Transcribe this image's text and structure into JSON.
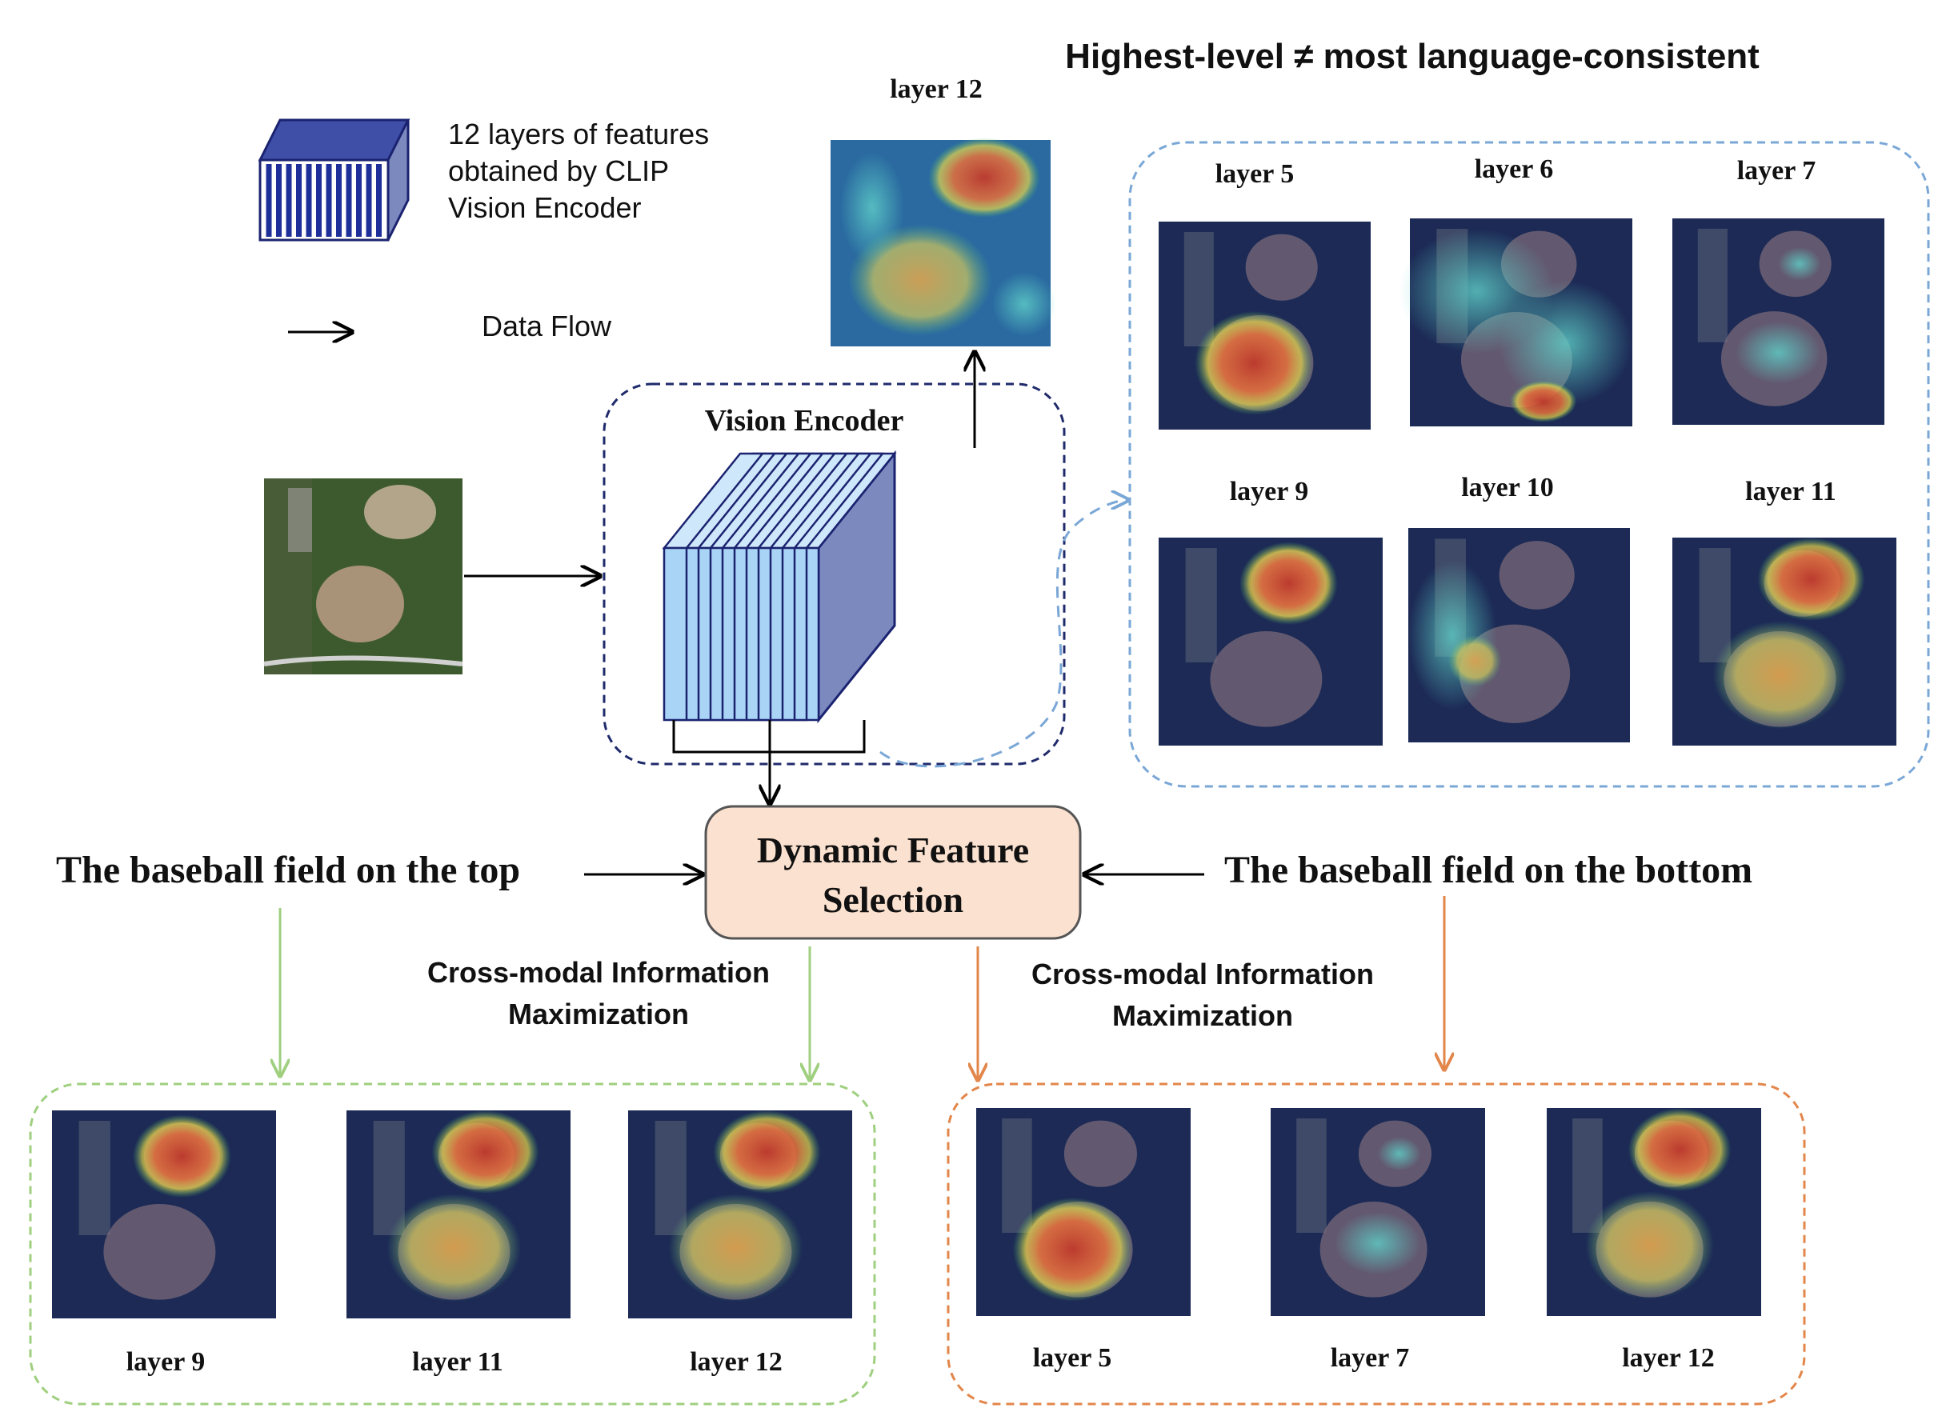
{
  "headline": "Highest-level ≠ most language-consistent",
  "legend": {
    "stack_label_line1": "12 layers of features",
    "stack_label_line2": "obtained by CLIP",
    "stack_label_line3": "Vision Encoder",
    "arrow_label": "Data Flow"
  },
  "encoder": {
    "title": "Vision Encoder",
    "output_label": "layer 12",
    "layer_count": 12
  },
  "selection_box": {
    "line1": "Dynamic Feature",
    "line2": "Selection"
  },
  "queries": {
    "left": "The baseball field on the top",
    "right": "The baseball field on the bottom"
  },
  "cmim_left": {
    "line1": "Cross-modal Information",
    "line2": "Maximization"
  },
  "cmim_right": {
    "line1": "Cross-modal Information",
    "line2": "Maximization"
  },
  "layer_grid": {
    "labels": [
      "layer 5",
      "layer 6",
      "layer 7",
      "layer 9",
      "layer 10",
      "layer 11"
    ]
  },
  "selected_top": {
    "labels": [
      "layer 9",
      "layer 11",
      "layer 12"
    ]
  },
  "selected_bottom": {
    "labels": [
      "layer 5",
      "layer 7",
      "layer 12"
    ]
  },
  "colors": {
    "navy_dash": "#1f2a6b",
    "blue_dash": "#7aa7d6",
    "green": "#9fcf7f",
    "orange": "#e2864a",
    "selection_fill": "#fbe1cf",
    "stack_front": "#a9d4f5",
    "stack_side": "#7b89bf",
    "heat_bg": "#1c2a55"
  }
}
